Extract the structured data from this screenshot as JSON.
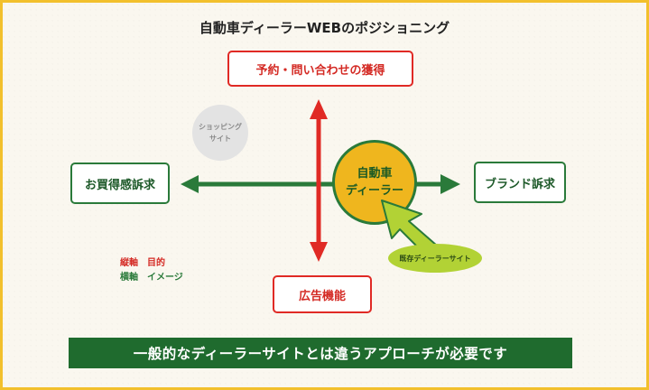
{
  "title": "自動車ディーラーWEBのポジショニング",
  "axes": {
    "top": "予約・問い合わせの獲得",
    "bottom": "広告機能",
    "left": "お買得感訴求",
    "right": "ブランド訴求"
  },
  "shopping_site": {
    "line1": "ショッピング",
    "line2": "サイト"
  },
  "dealer": {
    "line1": "自動車",
    "line2": "ディーラー"
  },
  "existing_site": "既存ディーラーサイト",
  "legend": {
    "vertical": {
      "axis": "縦軸",
      "meaning": "目的"
    },
    "horizontal": {
      "axis": "横軸",
      "meaning": "イメージ"
    }
  },
  "banner": "一般的なディーラーサイトとは違うアプローチが必要です",
  "colors": {
    "border_frame": "#f2c02c",
    "red": "#e02a25",
    "green": "#2a7a3a",
    "dealer_circle": "#efb61e",
    "existing_ellipse": "#b2d235",
    "banner_bg": "#1f6b2e"
  }
}
